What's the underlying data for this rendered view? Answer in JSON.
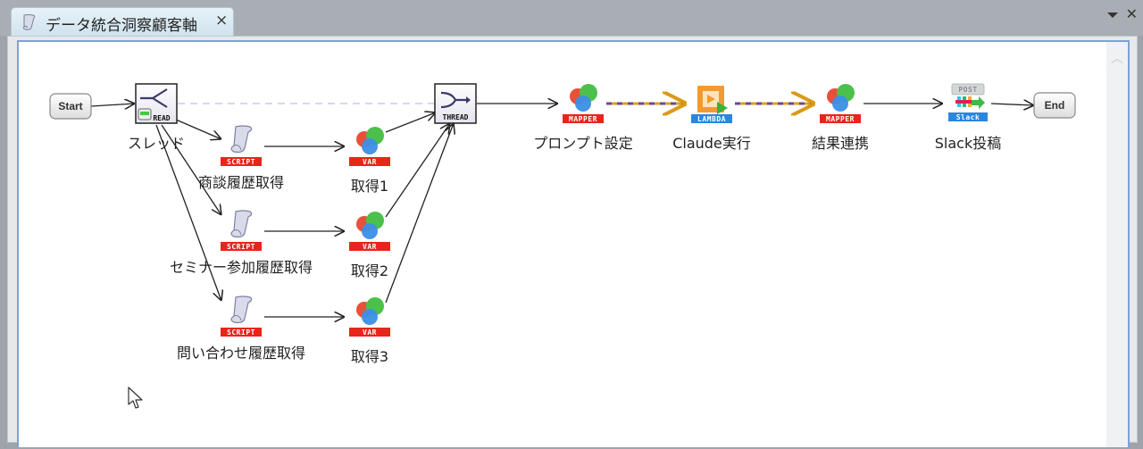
{
  "window": {
    "tab_title": "データ統合洞察顧客軸",
    "tab_icon": "script-scroll-icon",
    "close_glyph": "×",
    "menu_glyph": "▾",
    "window_close_glyph": "✕"
  },
  "flow": {
    "start_label": "Start",
    "end_label": "End",
    "nodes": [
      {
        "id": "thread-split",
        "type": "thread-split",
        "badge": "READ",
        "label": "スレッド"
      },
      {
        "id": "script1",
        "type": "script",
        "badge": "SCRIPT",
        "label": "商談履歴取得"
      },
      {
        "id": "script2",
        "type": "script",
        "badge": "SCRIPT",
        "label": "セミナー参加履歴取得"
      },
      {
        "id": "script3",
        "type": "script",
        "badge": "SCRIPT",
        "label": "問い合わせ履歴取得"
      },
      {
        "id": "var1",
        "type": "var",
        "badge": "VAR",
        "label": "取得1"
      },
      {
        "id": "var2",
        "type": "var",
        "badge": "VAR",
        "label": "取得2"
      },
      {
        "id": "var3",
        "type": "var",
        "badge": "VAR",
        "label": "取得3"
      },
      {
        "id": "thread-join",
        "type": "thread-join",
        "badge": "THREAD",
        "label": ""
      },
      {
        "id": "mapper1",
        "type": "mapper",
        "badge": "MAPPER",
        "label": "プロンプト設定"
      },
      {
        "id": "lambda",
        "type": "lambda",
        "badge": "LAMBDA",
        "label": "Claude実行"
      },
      {
        "id": "mapper2",
        "type": "mapper",
        "badge": "MAPPER",
        "label": "結果連携"
      },
      {
        "id": "slack",
        "type": "slack",
        "badge": "Slack",
        "badge_top": "POST",
        "label": "Slack投稿"
      }
    ],
    "edges": [
      {
        "from": "start",
        "to": "thread-split",
        "style": "solid"
      },
      {
        "from": "thread-split",
        "to": "script1",
        "style": "solid"
      },
      {
        "from": "thread-split",
        "to": "script2",
        "style": "solid"
      },
      {
        "from": "thread-split",
        "to": "script3",
        "style": "solid"
      },
      {
        "from": "thread-split",
        "to": "thread-join",
        "style": "dashed-light"
      },
      {
        "from": "script1",
        "to": "var1",
        "style": "solid"
      },
      {
        "from": "script2",
        "to": "var2",
        "style": "solid"
      },
      {
        "from": "script3",
        "to": "var3",
        "style": "solid"
      },
      {
        "from": "var1",
        "to": "thread-join",
        "style": "solid"
      },
      {
        "from": "var2",
        "to": "thread-join",
        "style": "solid"
      },
      {
        "from": "var3",
        "to": "thread-join",
        "style": "solid"
      },
      {
        "from": "thread-join",
        "to": "mapper1",
        "style": "solid"
      },
      {
        "from": "mapper1",
        "to": "lambda",
        "style": "dashed-async"
      },
      {
        "from": "lambda",
        "to": "mapper2",
        "style": "dashed-async"
      },
      {
        "from": "mapper2",
        "to": "slack",
        "style": "solid"
      },
      {
        "from": "slack",
        "to": "end",
        "style": "solid"
      }
    ]
  },
  "colors": {
    "badge_red": "#e8251a",
    "badge_blue": "#2a86de",
    "async_line_a": "#e0a020",
    "async_line_b": "#6a4a8a",
    "canvas_border": "#7aa3d8"
  }
}
